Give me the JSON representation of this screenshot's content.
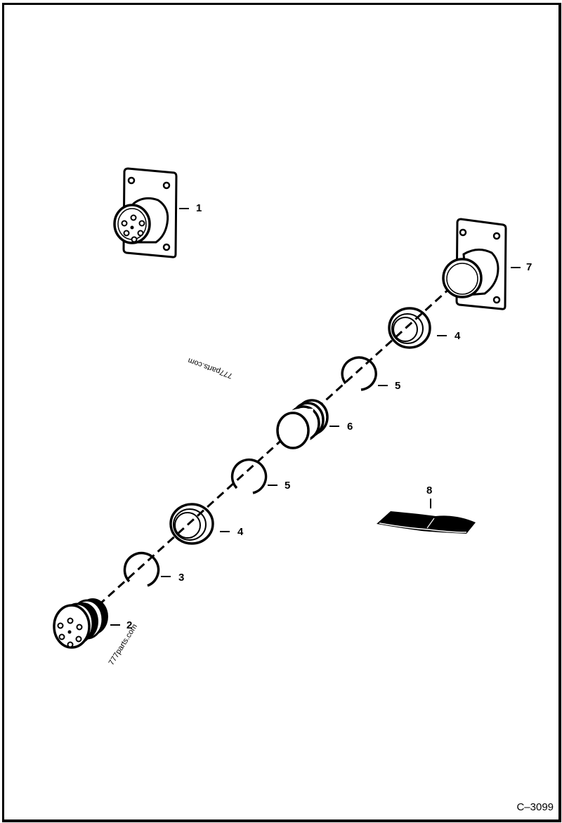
{
  "diagram": {
    "type": "exploded-parts-view",
    "figure_id": "C–3099",
    "watermarks": [
      "777parts.com",
      "777parts.com"
    ],
    "callouts": [
      {
        "number": "1",
        "part": "receptacle-flange-connector"
      },
      {
        "number": "2",
        "part": "plug-connector"
      },
      {
        "number": "3",
        "part": "snap-ring"
      },
      {
        "number": "4",
        "part": "seal-ring"
      },
      {
        "number": "5",
        "part": "snap-ring"
      },
      {
        "number": "6",
        "part": "insert"
      },
      {
        "number": "5",
        "part": "snap-ring"
      },
      {
        "number": "4",
        "part": "seal-ring"
      },
      {
        "number": "7",
        "part": "receptacle-flange"
      },
      {
        "number": "8",
        "part": "decal-strip"
      }
    ]
  }
}
